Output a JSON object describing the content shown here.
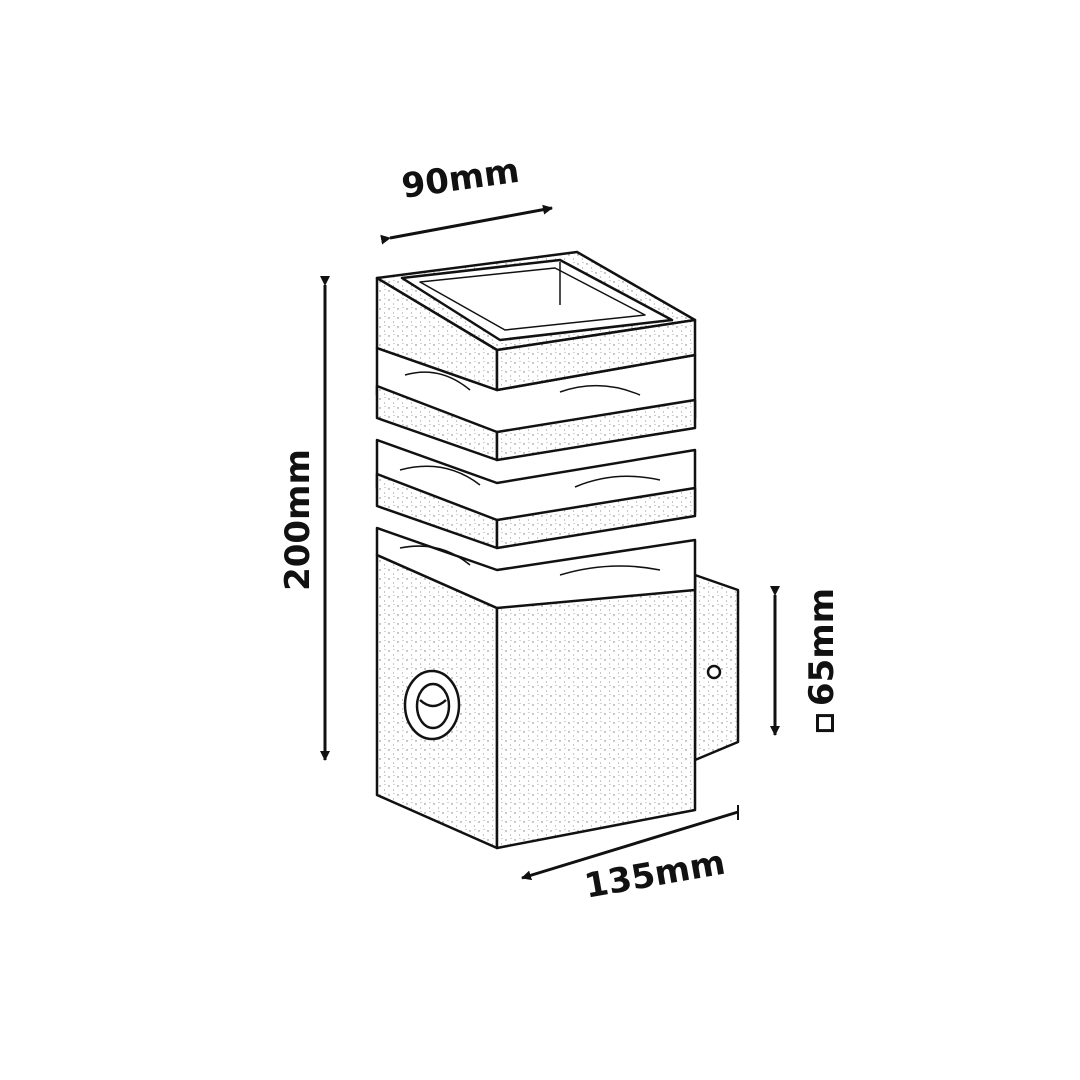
{
  "dimensions": {
    "width": "90mm",
    "height": "200mm",
    "depth": "135mm",
    "mount": "65mm"
  },
  "colors": {
    "line": "#111111",
    "background": "#ffffff",
    "stipple": "#777777"
  }
}
